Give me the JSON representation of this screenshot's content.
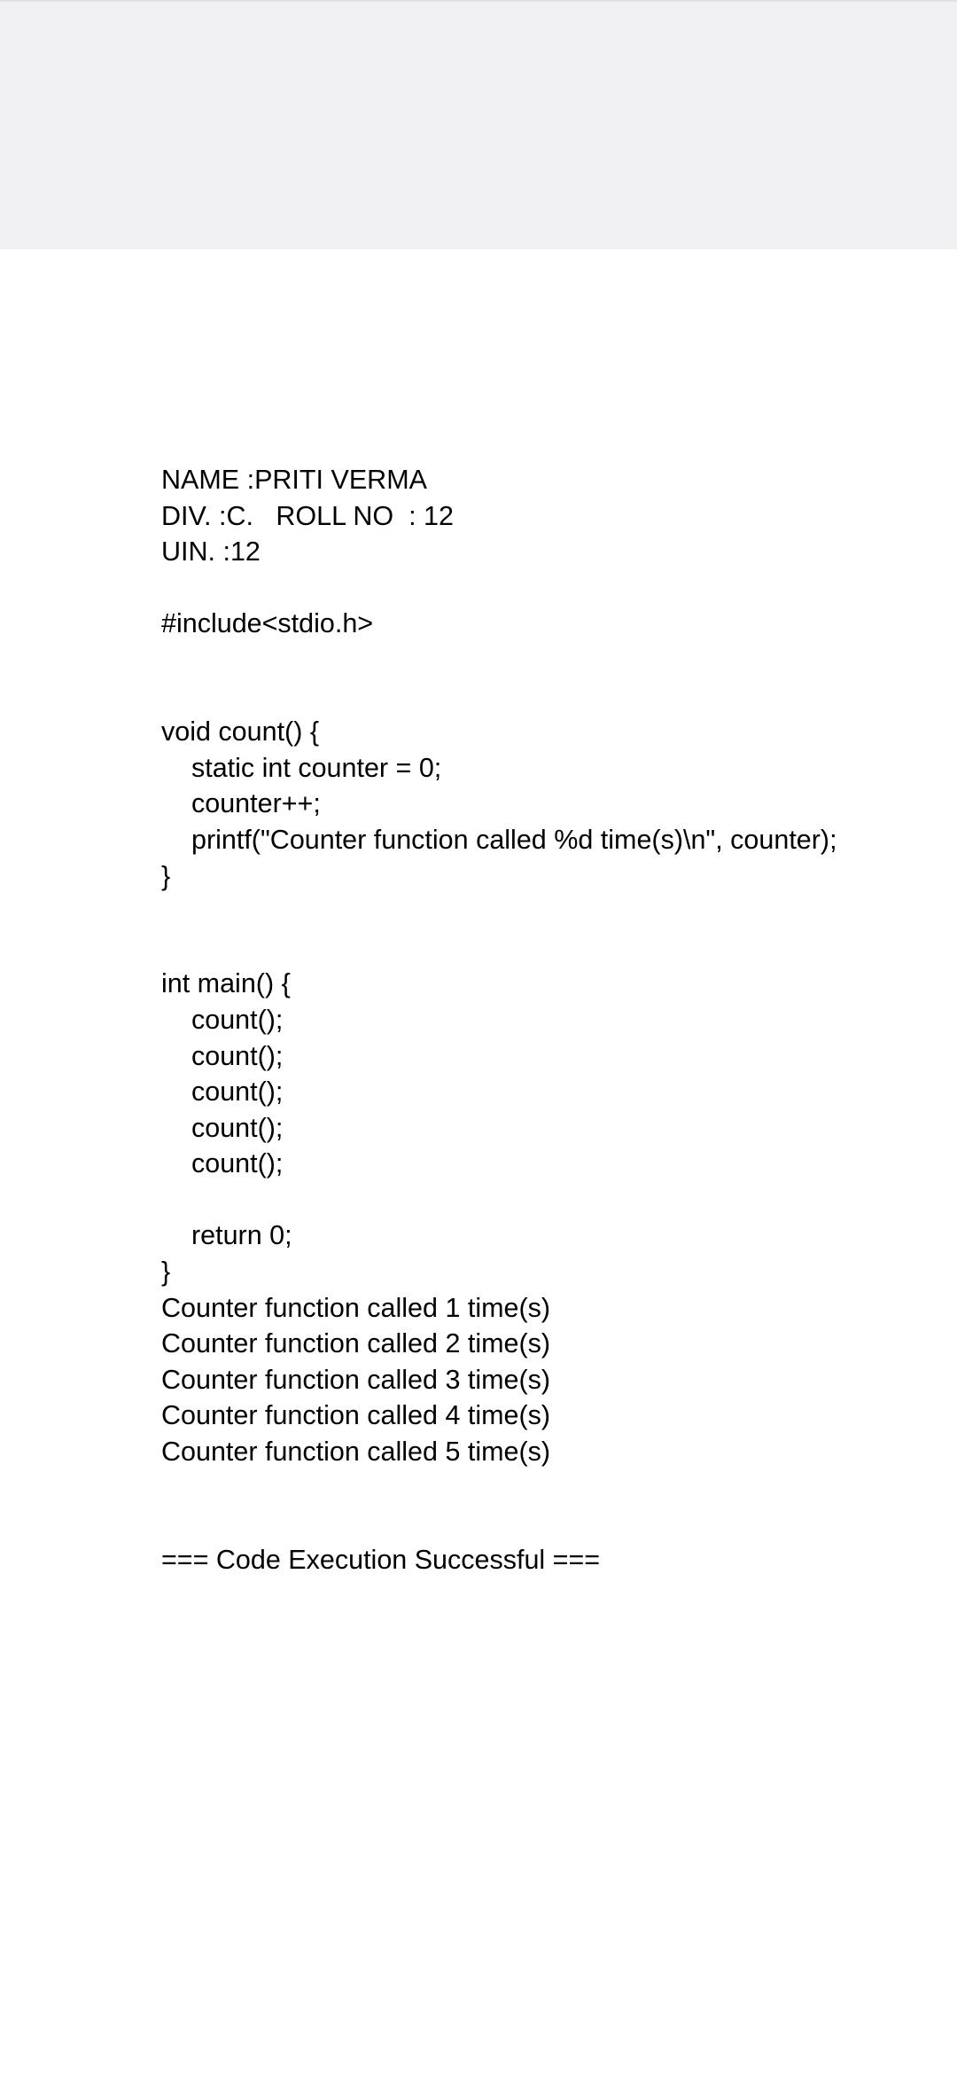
{
  "header": {
    "name": "NAME :PRITI VERMA",
    "div_roll": "DIV. :C.   ROLL NO  : 12",
    "uin": "UIN. :12"
  },
  "code": {
    "include": "#include<stdio.h>",
    "count_fn": {
      "signature": "void count() {",
      "body": [
        "static int counter = 0;",
        "counter++;",
        "printf(\"Counter function called %d time(s)\\n\", counter);"
      ],
      "close": "}"
    },
    "main_fn": {
      "signature": "int main() {",
      "calls": [
        "count();",
        "count();",
        "count();",
        "count();",
        "count();"
      ],
      "return": "return 0;",
      "close": "}"
    }
  },
  "output": {
    "lines": [
      "Counter function called 1 time(s)",
      "Counter function called 2 time(s)",
      "Counter function called 3 time(s)",
      "Counter function called 4 time(s)",
      "Counter function called 5 time(s)"
    ],
    "status": "=== Code Execution Successful ==="
  }
}
